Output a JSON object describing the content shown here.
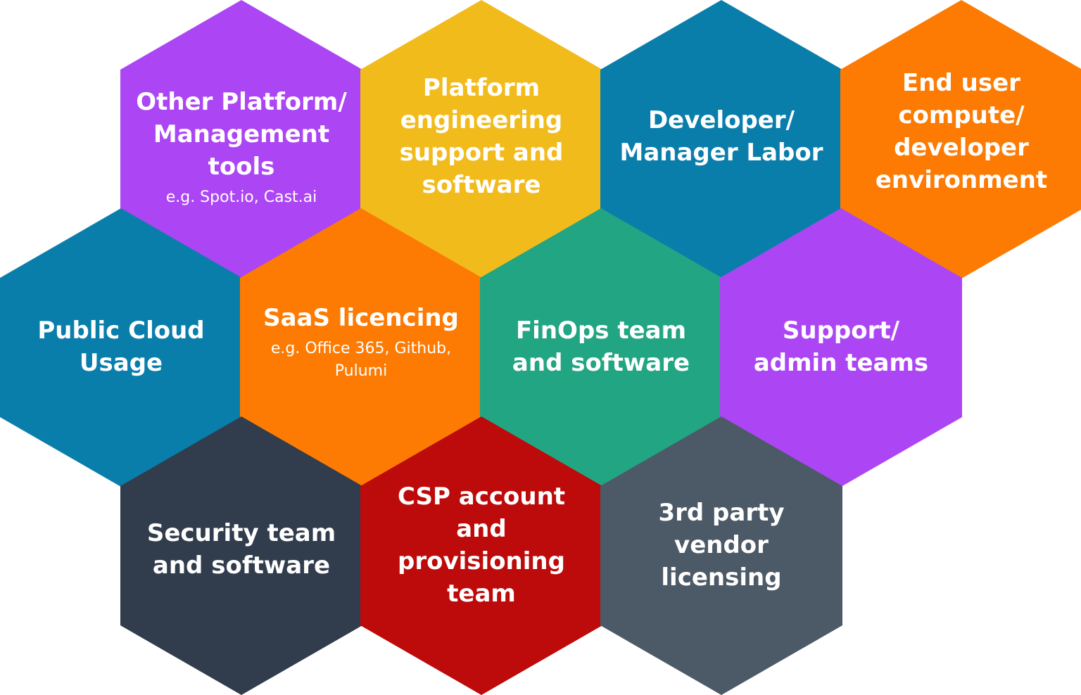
{
  "hexagons": [
    {
      "id": "other-platform-tools",
      "title": "Other Platform/\nManagement\ntools",
      "subtitle": "e.g. Spot.io, Cast.ai",
      "color": "#ac46f4"
    },
    {
      "id": "platform-engineering",
      "title": "Platform\nengineering\nsupport and\nsoftware",
      "subtitle": "",
      "color": "#f2bb1c"
    },
    {
      "id": "developer-manager-labor",
      "title": "Developer/\nManager Labor",
      "subtitle": "",
      "color": "#0a7eab"
    },
    {
      "id": "end-user-compute",
      "title": "End user\ncompute/\ndeveloper\nenvironment",
      "subtitle": "",
      "color": "#fd7b03"
    },
    {
      "id": "public-cloud-usage",
      "title": "Public Cloud\nUsage",
      "subtitle": "",
      "color": "#0a7eab"
    },
    {
      "id": "saas-licencing",
      "title": "SaaS licencing",
      "subtitle": "e.g. Office 365, Github,\nPulumi",
      "color": "#fd7b03"
    },
    {
      "id": "finops-team",
      "title": "FinOps team\nand software",
      "subtitle": "",
      "color": "#22a583"
    },
    {
      "id": "support-admin-teams",
      "title": "Support/\nadmin teams",
      "subtitle": "",
      "color": "#ac46f4"
    },
    {
      "id": "security-team",
      "title": "Security team\nand software",
      "subtitle": "",
      "color": "#313d4c"
    },
    {
      "id": "csp-account",
      "title": "CSP account\nand\nprovisioning\nteam",
      "subtitle": "",
      "color": "#bd0a0a"
    },
    {
      "id": "third-party-vendor",
      "title": "3rd party\nvendor\nlicensing",
      "subtitle": "",
      "color": "#4c5967"
    }
  ]
}
